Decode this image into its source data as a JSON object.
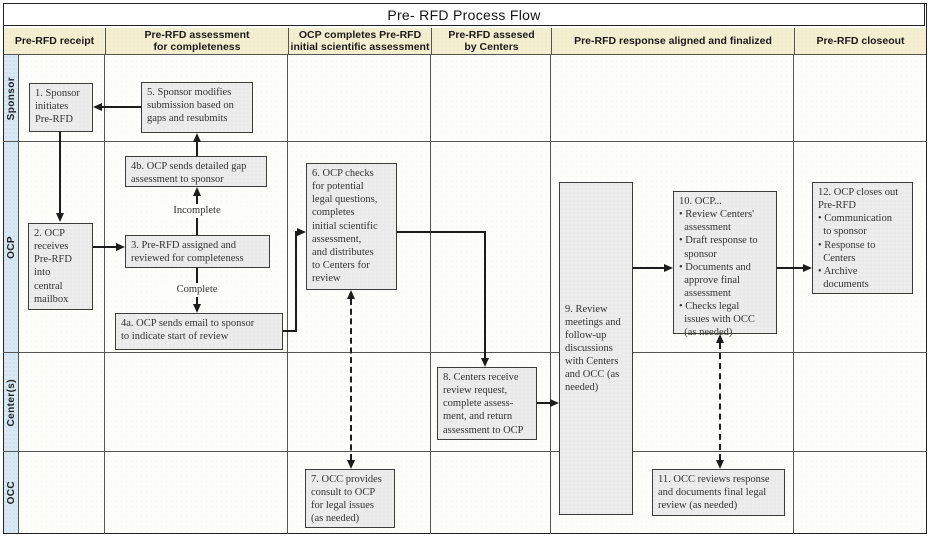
{
  "title": "Pre- RFD Process Flow",
  "columns": [
    "Pre-RFD receipt",
    "Pre-RFD assessment\nfor completeness",
    "OCP completes Pre-RFD\ninitial scientific assessment",
    "Pre-RFD assesed\nby Centers",
    "Pre-RFD response aligned and finalized",
    "Pre-RFD closeout"
  ],
  "lanes": [
    "Sponsor",
    "OCP",
    "Center(s)",
    "OCC"
  ],
  "steps": {
    "s1": "1. Sponsor\ninitiates\nPre-RFD",
    "s2": "2. OCP\nreceives\nPre-RFD\ninto\ncentral\nmailbox",
    "s3": "3. Pre-RFD assigned and\nreviewed for completeness",
    "s4a": "4a. OCP sends email to sponsor\nto indicate start of review",
    "s4b": "4b. OCP sends detailed gap\nassessment to sponsor",
    "s5": "5. Sponsor modifies\nsubmission based on\ngaps and resubmits",
    "s6": "6. OCP checks\nfor potential\nlegal questions,\ncompletes\ninitial scientific\nassessment,\nand distributes\nto Centers for\nreview",
    "s7": "7. OCC provides\nconsult to OCP\nfor legal issues\n(as needed)",
    "s8": "8. Centers receive\nreview request,\ncomplete assess-\nment, and return\nassessment to OCP",
    "s9": "9. Review\nmeetings and\nfollow-up\ndiscussions\nwith Centers\nand OCC (as\nneeded)",
    "s10": "10. OCP...\n• Review Centers'\n  assessment\n• Draft response to\n  sponsor\n• Documents and\n  approve final\n  assessment\n• Checks legal\n  issues with OCC\n  (as needed)",
    "s11": "11. OCC reviews response\nand documents final legal\nreview (as needed)",
    "s12": "12. OCP closes out\nPre-RFD\n• Communication\n  to sponsor\n• Response to\n  Centers\n• Archive\n  documents"
  },
  "edge_labels": {
    "incomplete": "Incomplete",
    "complete": "Complete"
  },
  "colors": {
    "canvas_bg": "#fdfdfa",
    "title_bg": "#ffffff",
    "header_bg": "#f5efd2",
    "header_text": "#1a1a1a",
    "lane_bg": "#d9e9f3",
    "box_bg": "#ececec",
    "box_border": "#3c3c3c",
    "line": "#1c1c1c",
    "grid": "#555555",
    "frame": "#222222",
    "text": "#333333"
  }
}
